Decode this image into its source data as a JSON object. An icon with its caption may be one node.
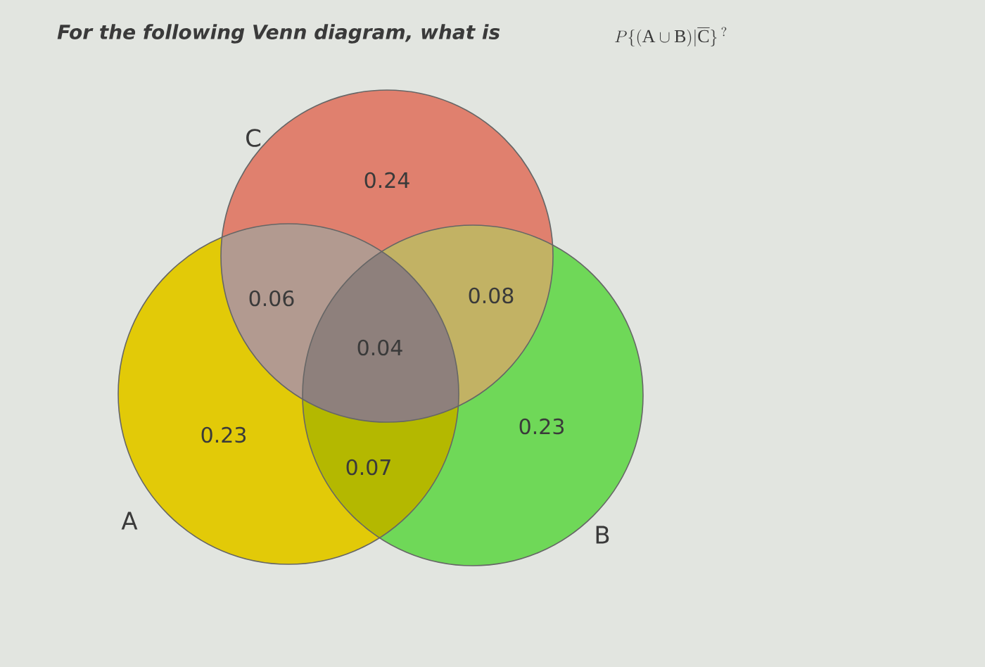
{
  "diagram": {
    "title": "For the following Venn diagram, what is",
    "nodes": [
      {
        "text": [
          "C"
        ]
      },
      {
        "text": [
          "A"
        ]
      },
      {
        "text": [
          "B"
        ]
      }
    ],
    "labels": [
      "P\\{(\\mathrm{A}\\cup \\mathrm{B})|\\overline{\\mathrm{C}}\\}\\,^{?}",
      "0.24",
      "0.06",
      "0.08",
      "0.04",
      "0.23",
      "0.07",
      "0.23"
    ]
  }
}
